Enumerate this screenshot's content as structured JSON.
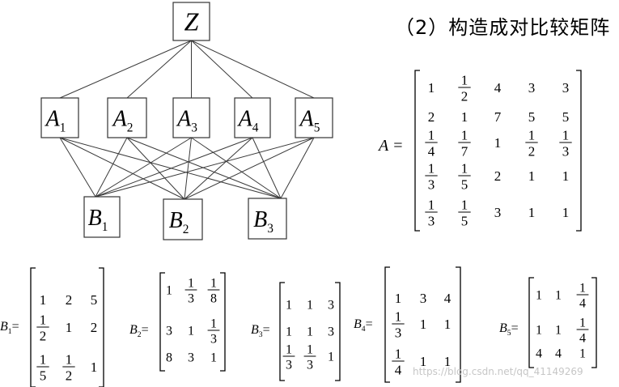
{
  "heading": "（2）构造成对比较矩阵",
  "watermark": "https://blog.csdn.net/qq_41149269",
  "hierarchy": {
    "goal": {
      "label": "Z"
    },
    "criteria": [
      {
        "letter": "A",
        "sub": "1"
      },
      {
        "letter": "A",
        "sub": "2"
      },
      {
        "letter": "A",
        "sub": "3"
      },
      {
        "letter": "A",
        "sub": "4"
      },
      {
        "letter": "A",
        "sub": "5"
      }
    ],
    "alternatives": [
      {
        "letter": "B",
        "sub": "1"
      },
      {
        "letter": "B",
        "sub": "2"
      },
      {
        "letter": "B",
        "sub": "3"
      }
    ]
  },
  "matrices": [
    {
      "name": "A",
      "sub": "",
      "rows": [
        [
          "1",
          "1/2",
          "4",
          "3",
          "3"
        ],
        [
          "2",
          "1",
          "7",
          "5",
          "5"
        ],
        [
          "1/4",
          "1/7",
          "1",
          "1/2",
          "1/3"
        ],
        [
          "1/3",
          "1/5",
          "2",
          "1",
          "1"
        ],
        [
          "1/3",
          "1/5",
          "3",
          "1",
          "1"
        ]
      ]
    },
    {
      "name": "B",
      "sub": "1",
      "rows": [
        [
          "1",
          "2",
          "5"
        ],
        [
          "1/2",
          "1",
          "2"
        ],
        [
          "1/5",
          "1/2",
          "1"
        ]
      ]
    },
    {
      "name": "B",
      "sub": "2",
      "rows": [
        [
          "1",
          "1/3",
          "1/8"
        ],
        [
          "3",
          "1",
          "1/3"
        ],
        [
          "8",
          "3",
          "1"
        ]
      ]
    },
    {
      "name": "B",
      "sub": "3",
      "rows": [
        [
          "1",
          "1",
          "3"
        ],
        [
          "1",
          "1",
          "3"
        ],
        [
          "1/3",
          "1/3",
          "1"
        ]
      ]
    },
    {
      "name": "B",
      "sub": "4",
      "rows": [
        [
          "1",
          "3",
          "4"
        ],
        [
          "1/3",
          "1",
          "1"
        ],
        [
          "1/4",
          "1",
          "1"
        ]
      ]
    },
    {
      "name": "B",
      "sub": "5",
      "rows": [
        [
          "1",
          "1",
          "1/4"
        ],
        [
          "1",
          "1",
          "1/4"
        ],
        [
          "4",
          "4",
          "1"
        ]
      ]
    }
  ]
}
